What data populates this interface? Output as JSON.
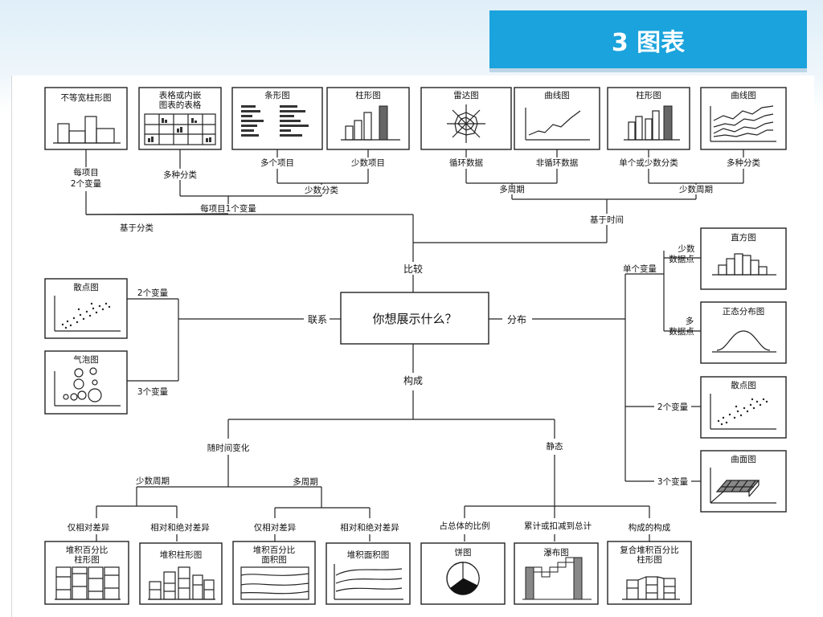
{
  "title": "3 图表",
  "center": {
    "question": "你想展示什么？",
    "compare": "比较",
    "relation": "联系",
    "distribution": "分布",
    "composition": "构成"
  },
  "top_boxes": [
    "不等宽柱形图",
    "表格或内嵌\n图表的表格",
    "条形图",
    "柱形图",
    "雷达图",
    "曲线图",
    "柱形图",
    "曲线图"
  ],
  "compare_labels": {
    "per_item_2var": "每项目\n2个变量",
    "many_categories": "多种分类",
    "many_items": "多个项目",
    "few_items": "少数项目",
    "few_categories": "少数分类",
    "per_item_1var": "每项目1个变量",
    "by_category": "基于分类",
    "cyclic": "循环数据",
    "non_cyclic": "非循环数据",
    "single_or_few_cat": "单个或少数分类",
    "multi_cat": "多种分类",
    "many_periods": "多周期",
    "few_periods": "少数周期",
    "by_time": "基于时间"
  },
  "relation": {
    "box1": "散点图",
    "box2": "气泡图",
    "two_var": "2个变量",
    "three_var": "3个变量"
  },
  "distribution": {
    "single_var": "单个变量",
    "few_points": "少数\n数据点",
    "many_points": "多\n数据点",
    "two_var": "2个变量",
    "three_var": "3个变量",
    "boxes": [
      "直方图",
      "正态分布图",
      "散点图",
      "曲面图"
    ]
  },
  "composition": {
    "over_time": "随时间变化",
    "static": "静态",
    "few_periods": "少数周期",
    "many_periods": "多周期",
    "labels": [
      "仅相对差异",
      "相对和绝对差异",
      "仅相对差异",
      "相对和绝对差异",
      "占总体的比例",
      "累计或扣减到总计",
      "构成的构成"
    ],
    "boxes": [
      "堆积百分比\n柱形图",
      "堆积柱形图",
      "堆积百分比\n面积图",
      "堆积面积图",
      "饼图",
      "瀑布图",
      "复合堆积百分比\n柱形图"
    ]
  }
}
